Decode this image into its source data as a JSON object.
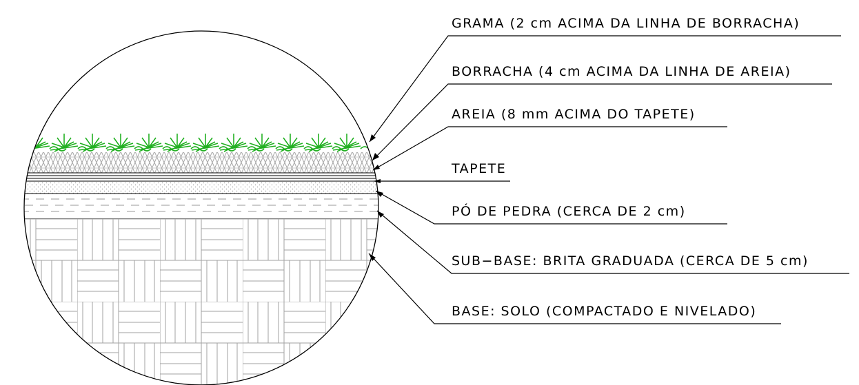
{
  "layers": [
    {
      "key": "grama",
      "label": "GRAMA (2 cm ACIMA DA LINHA DE BORRACHA)"
    },
    {
      "key": "borracha",
      "label": "BORRACHA (4 cm ACIMA DA LINHA DE AREIA)"
    },
    {
      "key": "areia",
      "label": "AREIA (8 mm ACIMA DO TAPETE)"
    },
    {
      "key": "tapete",
      "label": "TAPETE"
    },
    {
      "key": "po_de_pedra",
      "label": "PÓ DE PEDRA (CERCA DE 2 cm)"
    },
    {
      "key": "sub_base",
      "label": "SUB−BASE: BRITA GRADUADA (CERCA DE 5 cm)"
    },
    {
      "key": "base",
      "label": "BASE: SOLO (COMPACTADO E NIVELADO)"
    }
  ],
  "colors": {
    "grass": "#22b022",
    "hatch": "#9a9a9a",
    "outline": "#000000"
  }
}
